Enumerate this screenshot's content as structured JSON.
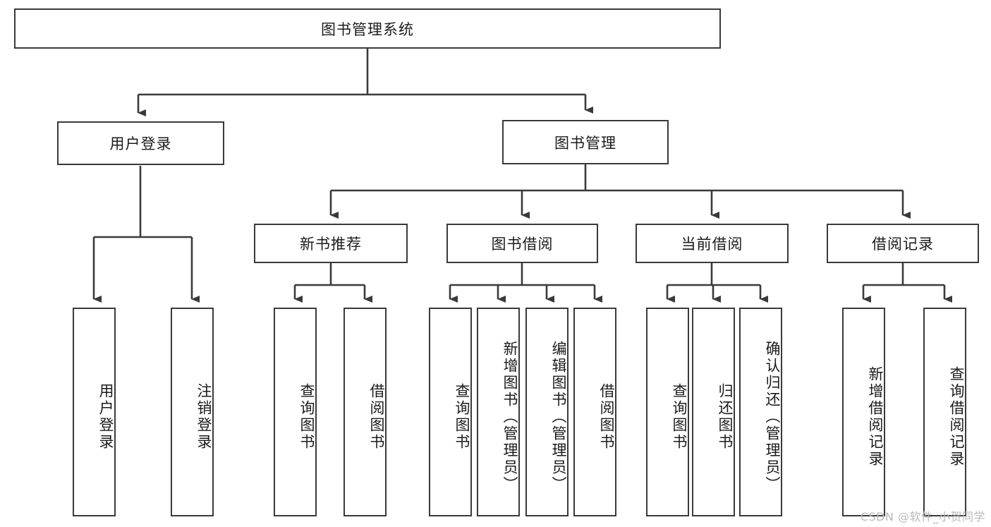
{
  "diagram": {
    "title_node": {
      "label": "图书管理系统"
    },
    "level1": [
      {
        "id": "user-login",
        "label": "用户登录"
      },
      {
        "id": "book-manage",
        "label": "图书管理"
      }
    ],
    "level2": [
      {
        "id": "new-book-recommend",
        "label": "新书推荐"
      },
      {
        "id": "book-borrow",
        "label": "图书借阅"
      },
      {
        "id": "current-borrow",
        "label": "当前借阅"
      },
      {
        "id": "borrow-record",
        "label": "借阅记录"
      }
    ],
    "leaves": {
      "user_login": [
        {
          "id": "leaf-user-login",
          "label": "用户登录"
        },
        {
          "id": "leaf-logout",
          "label": "注销登录"
        }
      ],
      "new_book_recommend": [
        {
          "id": "leaf-query-book-1",
          "label": "查询图书"
        },
        {
          "id": "leaf-borrow-book-1",
          "label": "借阅图书"
        }
      ],
      "book_borrow": [
        {
          "id": "leaf-query-book-2",
          "label": "查询图书"
        },
        {
          "id": "leaf-add-book",
          "label": "新增图书（管理员）"
        },
        {
          "id": "leaf-edit-book",
          "label": "编辑图书（管理员）"
        },
        {
          "id": "leaf-borrow-book-2",
          "label": "借阅图书"
        }
      ],
      "current_borrow": [
        {
          "id": "leaf-query-book-3",
          "label": "查询图书"
        },
        {
          "id": "leaf-return-book",
          "label": "归还图书"
        },
        {
          "id": "leaf-confirm-return",
          "label": "确认归还（管理员）"
        }
      ],
      "borrow_record": [
        {
          "id": "leaf-add-record",
          "label": "新增借阅记录"
        },
        {
          "id": "leaf-query-record",
          "label": "查询借阅记录"
        }
      ]
    },
    "watermark": "CSDN @软件_小贺同学",
    "colors": {
      "stroke": "#3a3a3a",
      "background": "#ffffff",
      "text": "#1b1b1b",
      "watermark": "#b9b9b9"
    }
  }
}
